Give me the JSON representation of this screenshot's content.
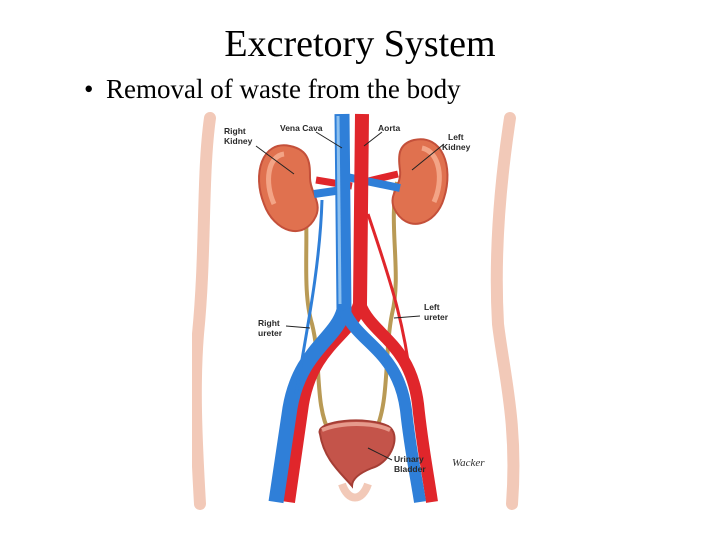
{
  "slide": {
    "title": "Excretory System",
    "bullet": "•",
    "bullet_text": "Removal of waste from the body"
  },
  "figure": {
    "labels": {
      "right_kidney_1": "Right",
      "right_kidney_2": "Kidney",
      "vena_cava": "Vena Cava",
      "aorta": "Aorta",
      "left_kidney_1": "Left",
      "left_kidney_2": "Kidney",
      "right_ureter_1": "Right",
      "right_ureter_2": "ureter",
      "left_ureter_1": "Left",
      "left_ureter_2": "ureter",
      "urinary_bladder_1": "Urinary",
      "urinary_bladder_2": "Bladder"
    },
    "signature": "Wacker"
  },
  "colors": {
    "kidney": "#e0714f",
    "artery": "#e0262b",
    "vein": "#2f7fd8",
    "ureter": "#b99a55",
    "bladder": "#c4544a",
    "skin": "#f7ddd2"
  }
}
